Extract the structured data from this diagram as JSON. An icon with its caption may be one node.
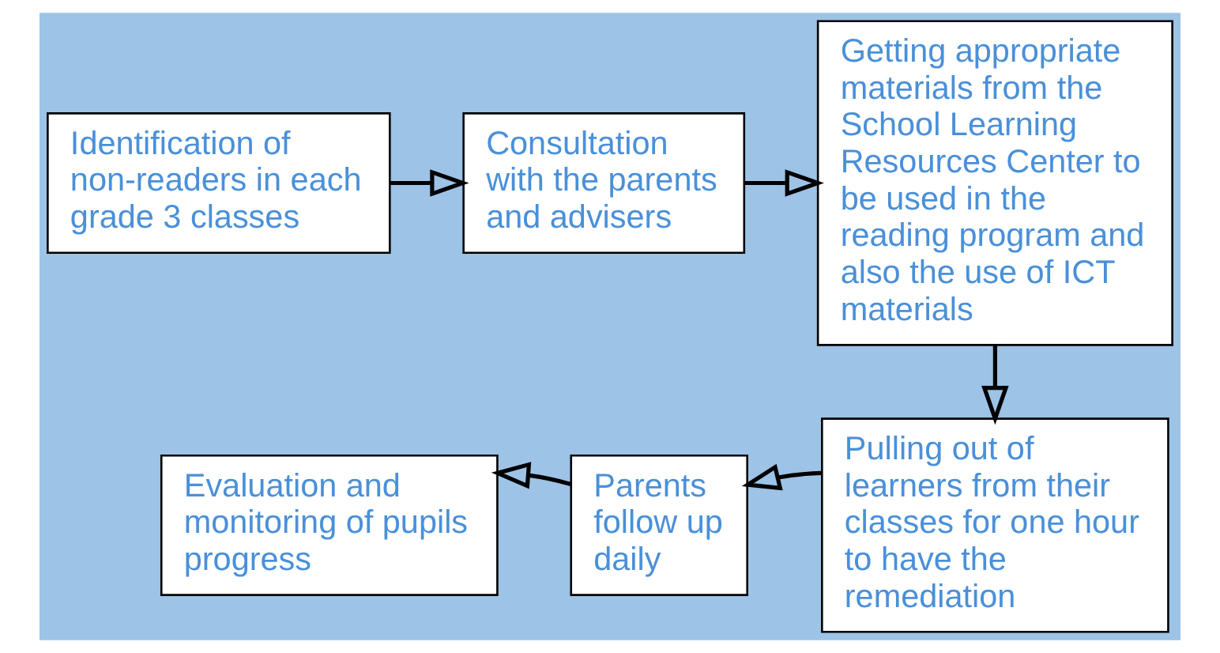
{
  "diagram": {
    "nodes": [
      {
        "text": [
          "Identification of non-readers in each grade 3 classes"
        ]
      },
      {
        "text": [
          "Consultation with the parents and advisers"
        ]
      },
      {
        "text": [
          "Getting appropriate materials from the School Learning Resources Center to be used in the reading program and also the use of ICT materials"
        ]
      },
      {
        "text": [
          "Pulling out of learners from their classes for one hour to have the remediation"
        ]
      },
      {
        "text": [
          "Parents follow up daily"
        ]
      },
      {
        "text": [
          "Evaluation and monitoring of pupils progress"
        ]
      }
    ],
    "edges": [
      {
        "from": 0,
        "to": 1,
        "arrow": "to"
      },
      {
        "from": 1,
        "to": 2,
        "arrow": "to"
      },
      {
        "from": 2,
        "to": 3,
        "arrow": "to"
      },
      {
        "from": 3,
        "to": 4,
        "arrow": "to"
      },
      {
        "from": 4,
        "to": 5,
        "arrow": "to"
      }
    ]
  }
}
